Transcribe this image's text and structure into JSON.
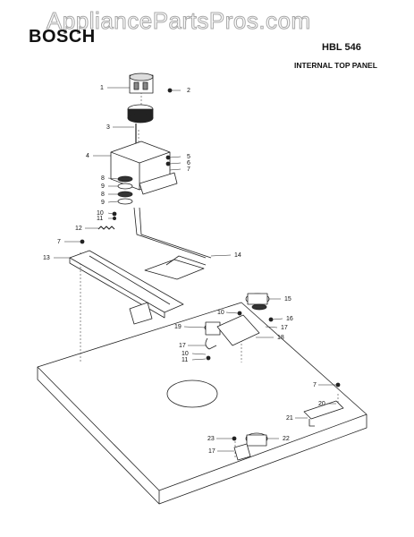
{
  "header": {
    "watermark": "AppliancePartsPros.com",
    "brand": "BOSCH",
    "model": "HBL 546",
    "section": "INTERNAL TOP PANEL"
  },
  "callouts": [
    {
      "label": "1"
    },
    {
      "label": "2"
    },
    {
      "label": "3"
    },
    {
      "label": "4"
    },
    {
      "label": "5"
    },
    {
      "label": "6"
    },
    {
      "label": "7"
    },
    {
      "label": "8"
    },
    {
      "label": "9"
    },
    {
      "label": "8"
    },
    {
      "label": "9"
    },
    {
      "label": "10"
    },
    {
      "label": "11"
    },
    {
      "label": "12"
    },
    {
      "label": "7"
    },
    {
      "label": "13"
    },
    {
      "label": "14"
    },
    {
      "label": "15"
    },
    {
      "label": "10"
    },
    {
      "label": "16"
    },
    {
      "label": "17"
    },
    {
      "label": "19"
    },
    {
      "label": "18"
    },
    {
      "label": "17"
    },
    {
      "label": "10"
    },
    {
      "label": "11"
    },
    {
      "label": "7"
    },
    {
      "label": "20"
    },
    {
      "label": "21"
    },
    {
      "label": "23"
    },
    {
      "label": "22"
    },
    {
      "label": "17"
    }
  ]
}
